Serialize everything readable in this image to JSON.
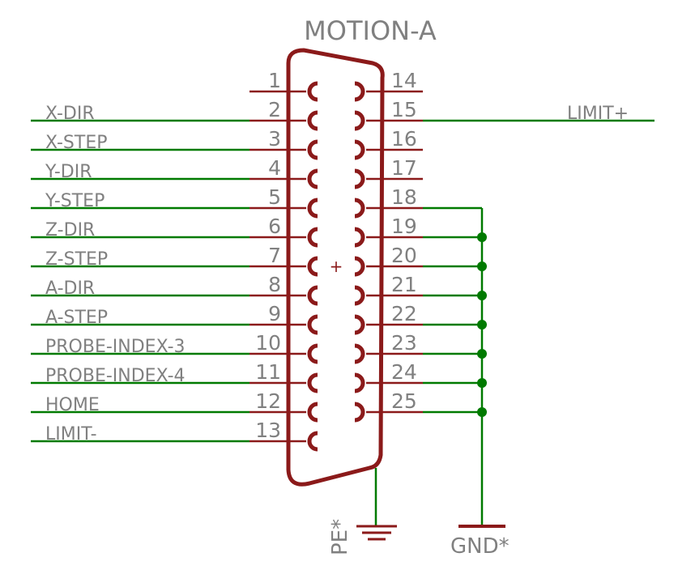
{
  "component": {
    "title": "MOTION-A",
    "left_pins": [
      {
        "num": "1",
        "net": ""
      },
      {
        "num": "2",
        "net": "X-DIR"
      },
      {
        "num": "3",
        "net": "X-STEP"
      },
      {
        "num": "4",
        "net": "Y-DIR"
      },
      {
        "num": "5",
        "net": "Y-STEP"
      },
      {
        "num": "6",
        "net": "Z-DIR"
      },
      {
        "num": "7",
        "net": "Z-STEP"
      },
      {
        "num": "8",
        "net": "A-DIR"
      },
      {
        "num": "9",
        "net": "A-STEP"
      },
      {
        "num": "10",
        "net": "PROBE-INDEX-3"
      },
      {
        "num": "11",
        "net": "PROBE-INDEX-4"
      },
      {
        "num": "12",
        "net": "HOME"
      },
      {
        "num": "13",
        "net": "LIMIT-"
      }
    ],
    "right_pins": [
      {
        "num": "14",
        "net": "",
        "gnd": false
      },
      {
        "num": "15",
        "net": "LIMIT+",
        "gnd": false
      },
      {
        "num": "16",
        "net": "",
        "gnd": false
      },
      {
        "num": "17",
        "net": "",
        "gnd": false
      },
      {
        "num": "18",
        "net": "",
        "gnd": true
      },
      {
        "num": "19",
        "net": "",
        "gnd": true
      },
      {
        "num": "20",
        "net": "",
        "gnd": true
      },
      {
        "num": "21",
        "net": "",
        "gnd": true
      },
      {
        "num": "22",
        "net": "",
        "gnd": true
      },
      {
        "num": "23",
        "net": "",
        "gnd": true
      },
      {
        "num": "24",
        "net": "",
        "gnd": true
      },
      {
        "num": "25",
        "net": "",
        "gnd": true
      }
    ]
  },
  "symbols": {
    "pe_label": "PE*",
    "gnd_label": "GND*"
  },
  "colors": {
    "wire": "#007a00",
    "body": "#8b1a1a",
    "pin_stub": "#8b1a1a",
    "text": "#808080",
    "origin_mark": "#8b1a1a"
  }
}
